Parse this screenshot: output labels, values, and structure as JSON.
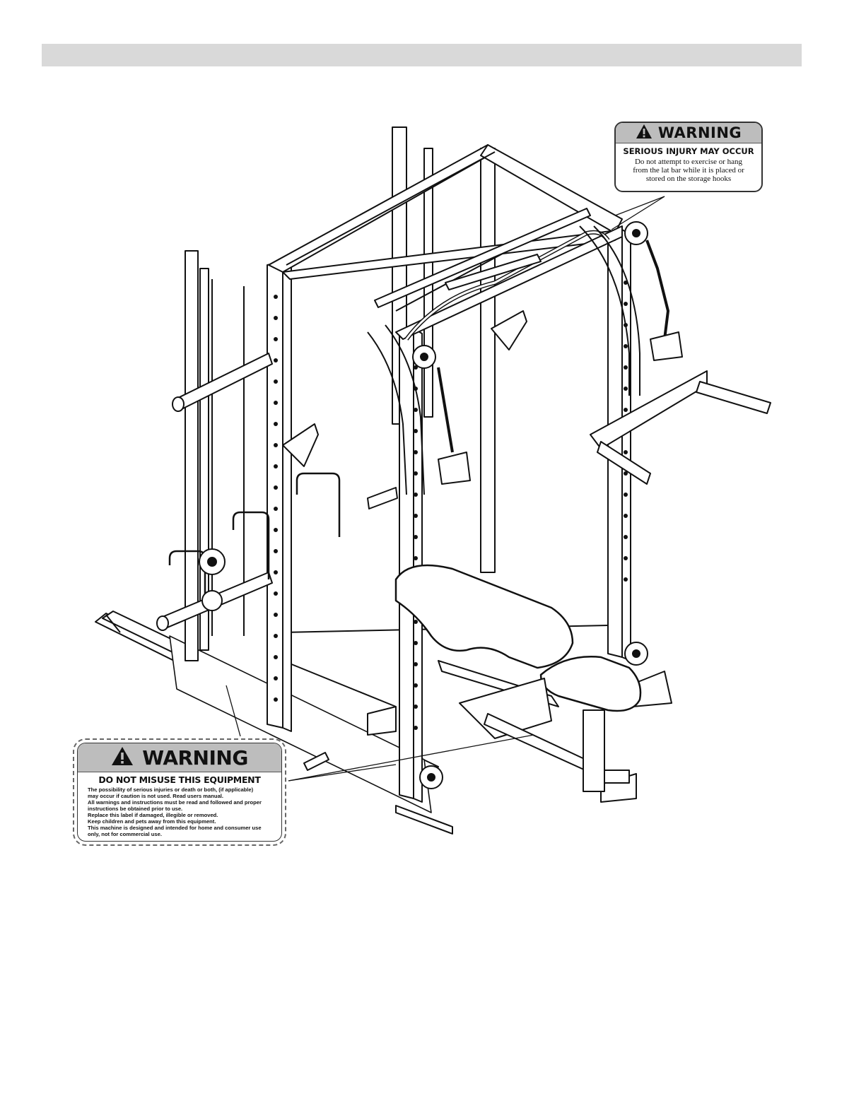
{
  "page": {
    "header_bar_color": "#d9d9d9"
  },
  "warning_top": {
    "icon": "warning-triangle-icon",
    "title": "WARNING",
    "subtitle": "SERIOUS INJURY MAY OCCUR",
    "lines": [
      "Do not attempt to exercise or hang",
      "from the lat bar while it is placed or",
      "stored on the storage hooks"
    ]
  },
  "warning_bottom": {
    "icon": "warning-triangle-icon",
    "title": "WARNING",
    "subtitle": "DO NOT MISUSE THIS EQUIPMENT",
    "lines": [
      "The possibility of serious injuries or death or both, (if applicable)",
      "may occur if caution is not used. Read users manual.",
      "All warnings and instructions must be read and followed and proper",
      "instructions be obtained prior to use.",
      "Replace this label if damaged, illegible or removed.",
      "Keep children and pets away from this equipment.",
      "This machine is designed and intended for home and consumer use",
      "only, not for commercial use."
    ]
  },
  "illustration": {
    "subject": "power-rack-with-bench-line-drawing"
  }
}
